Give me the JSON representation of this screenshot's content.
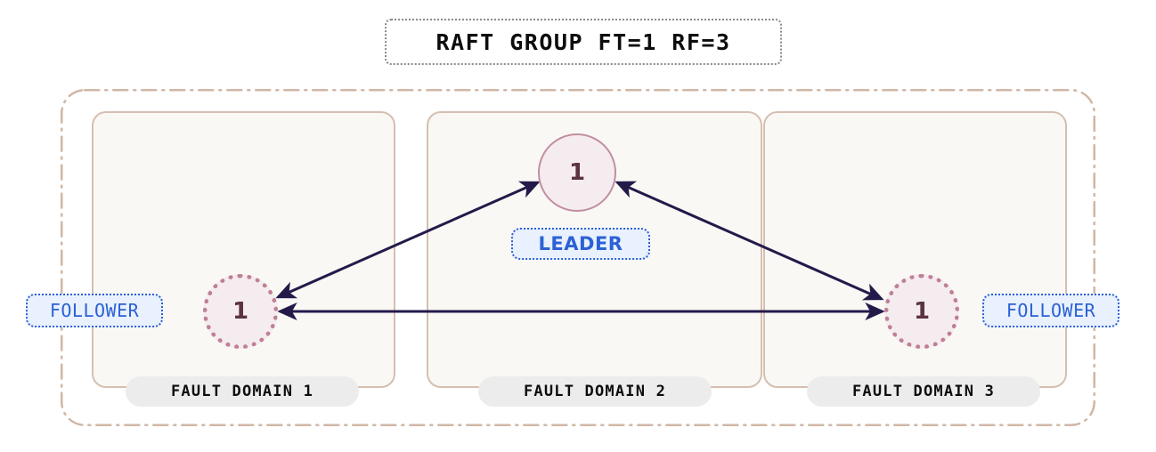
{
  "title": {
    "text": "RAFT GROUP FT=1 RF=3"
  },
  "colors": {
    "page_background": "#ffffff",
    "boundary_stroke": "#d0b7a6",
    "domain_border": "#d5bfb1",
    "domain_fill": "#faf8f4",
    "node_fill": "#f5ecef",
    "leader_stroke": "#c08fa0",
    "follower_stroke": "#bf7f96",
    "node_label": "#5b3340",
    "link_stroke": "#241a4a",
    "badge_text": "#2b62d4",
    "badge_fill": "#e9f0fe",
    "badge_border": "#2b62d4",
    "domain_pill_fill": "#ececec",
    "title_border": "#8a8a8a",
    "title_text": "#0d0d0d"
  },
  "fault_domains": [
    {
      "label": "FAULT DOMAIN 1"
    },
    {
      "label": "FAULT DOMAIN 2"
    },
    {
      "label": "FAULT DOMAIN 3"
    }
  ],
  "nodes": [
    {
      "id": "leader",
      "label": "1",
      "role": "LEADER",
      "domain": 2,
      "style": "solid"
    },
    {
      "id": "follower-left",
      "label": "1",
      "role": "FOLLOWER",
      "domain": 1,
      "style": "dotted"
    },
    {
      "id": "follower-right",
      "label": "1",
      "role": "FOLLOWER",
      "domain": 3,
      "style": "dotted"
    }
  ],
  "badges": {
    "leader": "LEADER",
    "follower_left": "FOLLOWER",
    "follower_right": "FOLLOWER"
  },
  "links": [
    {
      "from": "follower-left",
      "to": "leader",
      "direction": "both"
    },
    {
      "from": "leader",
      "to": "follower-right",
      "direction": "both"
    },
    {
      "from": "follower-left",
      "to": "follower-right",
      "direction": "both"
    }
  ]
}
